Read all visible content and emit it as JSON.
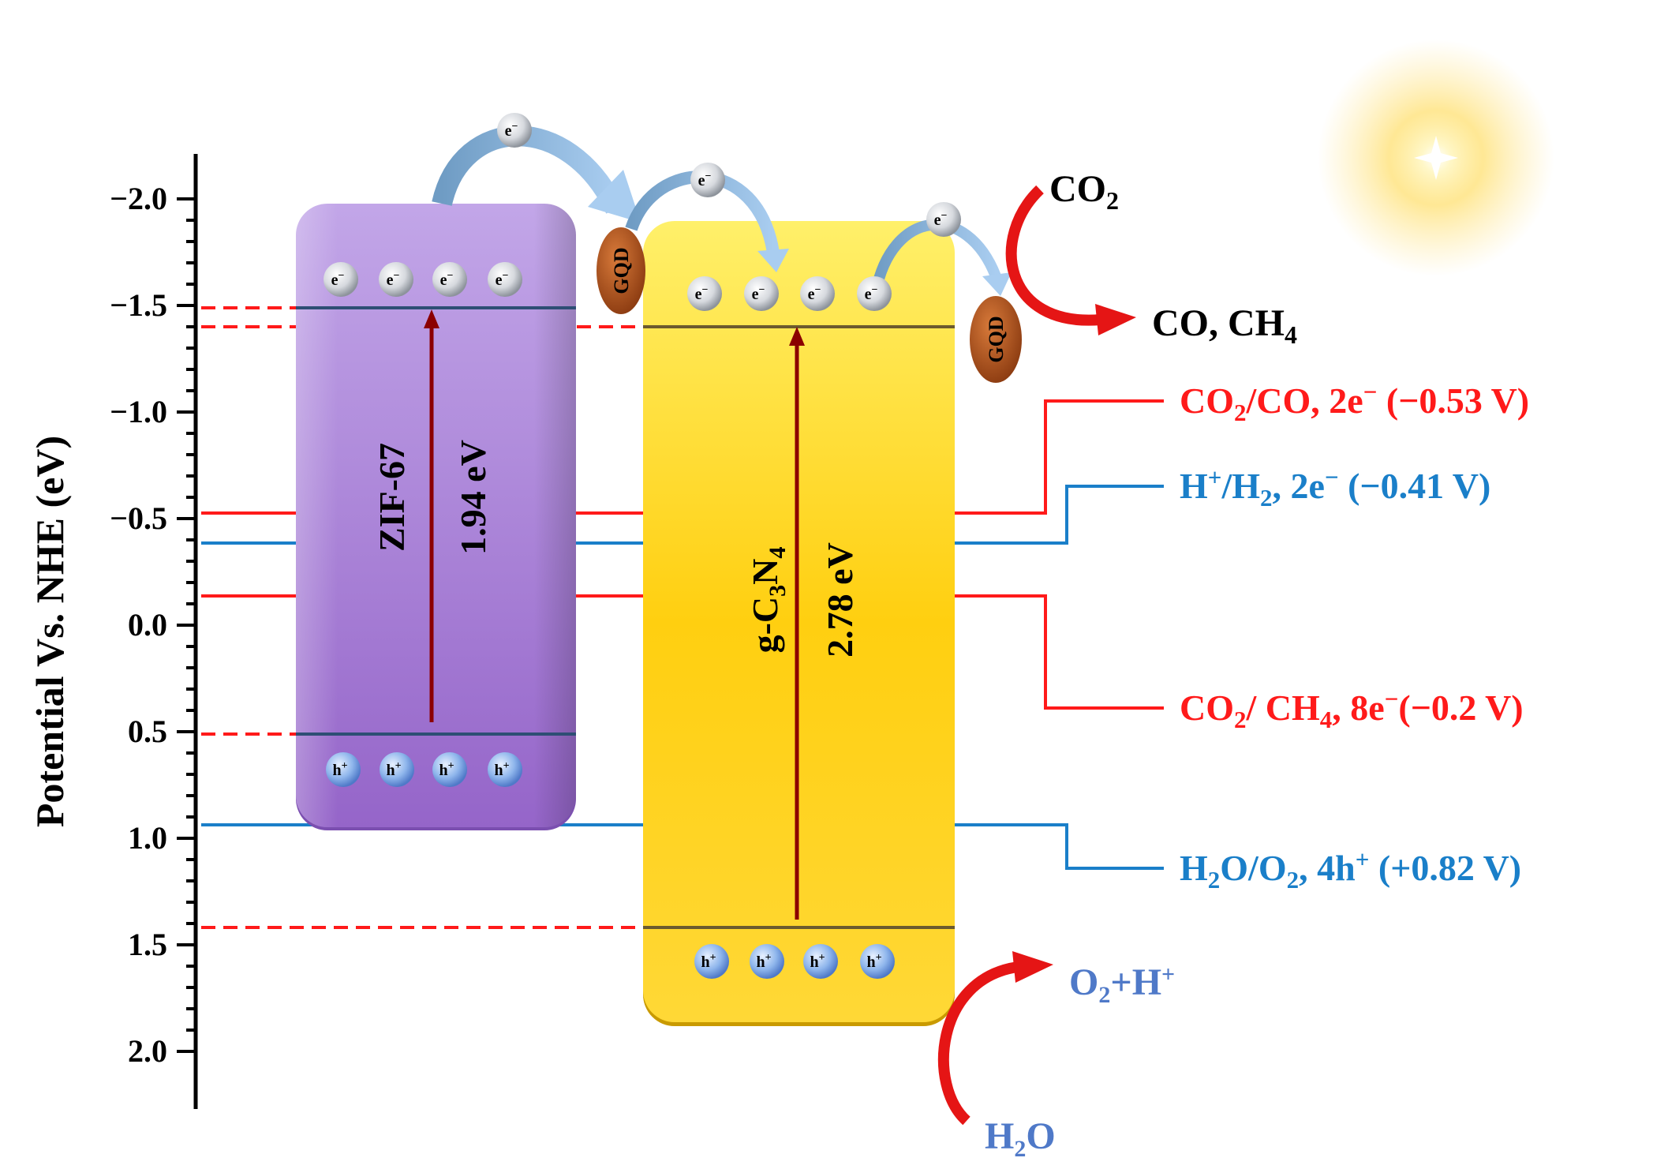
{
  "axis": {
    "title": "Potential Vs. NHE (eV)",
    "ticks": [
      "−2.0",
      "−1.5",
      "−1.0",
      "−0.5",
      "0.0",
      "0.5",
      "1.0",
      "1.5",
      "2.0"
    ]
  },
  "materials": {
    "zif": {
      "name": "ZIF-67",
      "gap": "1.94 eV"
    },
    "gcn": {
      "name_pre": "g-C",
      "name_sub1": "3",
      "name_mid": "N",
      "name_sub2": "4",
      "gap": "2.78 eV"
    }
  },
  "gqd_label": "GQD",
  "carriers": {
    "electron": "e",
    "electron_sup": "−",
    "hole": "h",
    "hole_sup": "+"
  },
  "potentials": {
    "co2_co": {
      "a": "CO",
      "a_sub": "2",
      "b": "/CO, 2e",
      "b_sup": "−",
      "c": " (−0.53 V)",
      "color": "#ff1a1a"
    },
    "h_h2": {
      "a": "H",
      "a_sup": "+",
      "b": "/H",
      "b_sub": "2",
      "c": ", 2e",
      "c_sup": "−",
      "d": " (−0.41 V)",
      "color": "#1a7fc9"
    },
    "co2_ch4": {
      "a": "CO",
      "a_sub": "2",
      "b": "/ CH",
      "b_sub": "4",
      "c": ", 8e",
      "c_sup": "−",
      "d": "(−0.2 V)",
      "color": "#ff1a1a"
    },
    "h2o_o2": {
      "a": "H",
      "a_sub": "2",
      "b": "O/O",
      "b_sub": "2",
      "c": ", 4h",
      "c_sup": "+",
      "d": " (+0.82 V)",
      "color": "#1a7fc9"
    }
  },
  "species": {
    "co2": {
      "a": "CO",
      "sub": "2"
    },
    "co_ch4": {
      "a": "CO, CH",
      "sub": "4"
    },
    "o2_h": {
      "a": "O",
      "sub": "2",
      "b": "+H",
      "sup": "+"
    },
    "h2o": {
      "a": "H",
      "sub": "2",
      "b": "O"
    }
  },
  "colors": {
    "red": "#ff1a1a",
    "blue": "#1a7fc9",
    "zif_band": "#a57bd3",
    "gcn_band": "#ffd21a",
    "gqd": "#b5541b",
    "gap_arrow": "#8b0000",
    "species_blue": "#4f79c8"
  }
}
